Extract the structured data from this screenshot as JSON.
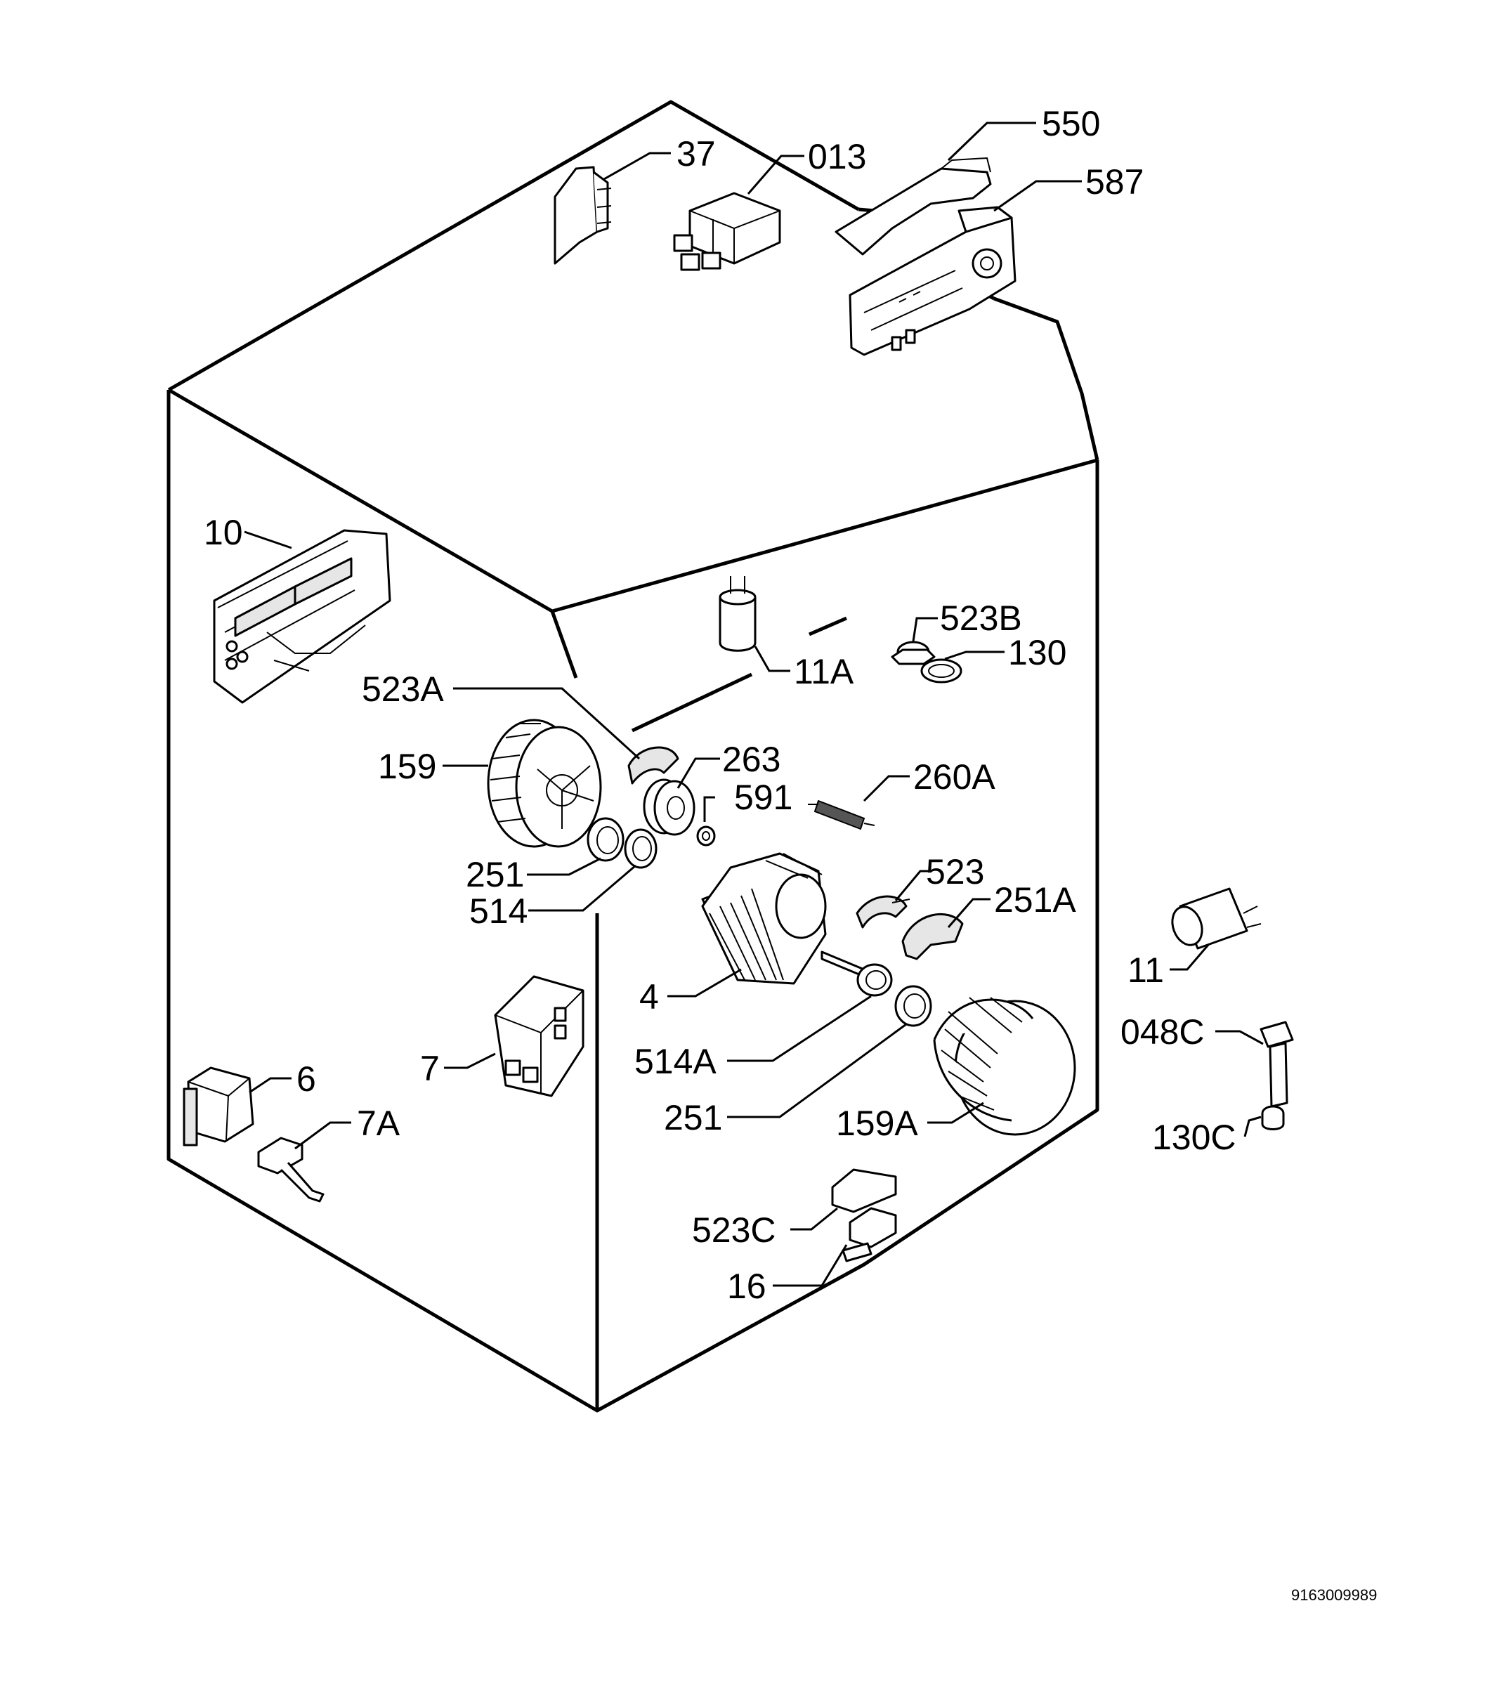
{
  "diagram": {
    "part_labels": {
      "p37": "37",
      "p013": "013",
      "p550": "550",
      "p587": "587",
      "p10": "10",
      "p11A": "11A",
      "p523B": "523B",
      "p130": "130",
      "p523A": "523A",
      "p159": "159",
      "p263": "263",
      "p591": "591",
      "p260A": "260A",
      "p251": "251",
      "p514": "514",
      "p523": "523",
      "p251A": "251A",
      "p4": "4",
      "p7": "7",
      "p514A": "514A",
      "p251b": "251",
      "p159A": "159A",
      "p6": "6",
      "p7A": "7A",
      "p523C": "523C",
      "p16": "16",
      "p11": "11",
      "p048C": "048C",
      "p130C": "130C"
    },
    "reference_number": "9163009989"
  }
}
